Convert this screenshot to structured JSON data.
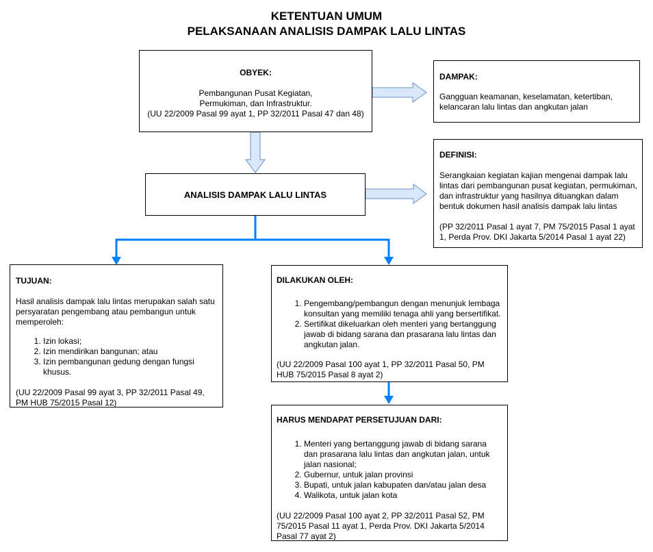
{
  "title": {
    "line1": "KETENTUAN UMUM",
    "line2": "PELAKSANAAN ANALISIS DAMPAK LALU LINTAS"
  },
  "obyek": {
    "heading": "OBYEK:",
    "line1": "Pembangunan Pusat Kegiatan,",
    "line2": "Permukiman, dan Infrastruktur.",
    "line3": "(UU 22/2009 Pasal 99 ayat 1, PP 32/2011 Pasal 47 dan 48)"
  },
  "dampak": {
    "heading": "DAMPAK:",
    "line1": "Gangguan keamanan, keselamatan, ketertiban,",
    "line2": "kelancaran lalu lintas dan angkutan jalan"
  },
  "definisi": {
    "heading": "DEFINISI:",
    "line1": "Serangkaian kegiatan kajian mengenai dampak lalu",
    "line2": "lintas dari pembangunan pusat kegiatan, permukiman,",
    "line3": "dan infrastruktur yang hasilnya dituangkan dalam",
    "line4": "bentuk dokumen hasil analisis dampak lalu lintas",
    "ref1": "(PP 32/2011 Pasal 1 ayat 7, PM 75/2015 Pasal 1 ayat",
    "ref2": "1, Perda Prov. DKI Jakarta 5/2014 Pasal 1 ayat 22)"
  },
  "andalalin": {
    "label": "ANALISIS DAMPAK LALU LINTAS"
  },
  "tujuan": {
    "heading": "TUJUAN:",
    "line1": "Hasil analisis dampak lalu lintas merupakan salah satu",
    "line2": "persyaratan pengembang atau pembangun untuk",
    "line3": "memperoleh:",
    "items": [
      {
        "text": "Izin lokasi;"
      },
      {
        "text": "Izin mendirikan bangunan; atau"
      },
      {
        "text": "Izin pembangunan gedung dengan fungsi khusus."
      }
    ],
    "ref1": "(UU 22/2009 Pasal 99 ayat 3, PP 32/2011 Pasal 49,",
    "ref2": "PM HUB 75/2015 Pasal 12)"
  },
  "dilakukan": {
    "heading": "DILAKUKAN OLEH:",
    "items": [
      {
        "text": "Pengembang/pembangun dengan menunjuk lembaga konsultan yang memiliki tenaga ahli yang bersertifikat."
      },
      {
        "text": "Sertifikat dikeluarkan oleh menteri yang bertanggung jawab di bidang sarana dan prasarana lalu lintas dan angkutan jalan."
      }
    ],
    "ref1": "(UU 22/2009 Pasal 100 ayat 1, PP 32/2011 Pasal 50, PM",
    "ref2": "HUB 75/2015 Pasal 8 ayat 2)"
  },
  "persetujuan": {
    "heading": "HARUS MENDAPAT PERSETUJUAN DARI:",
    "items": [
      {
        "text": "Menteri yang bertanggung jawab di bidang sarana dan prasarana lalu lintas dan angkutan jalan, untuk jalan nasional;"
      },
      {
        "text": "Gubernur, untuk jalan provinsi"
      },
      {
        "text": "Bupati, untuk jalan kabupaten dan/atau jalan desa"
      },
      {
        "text": "Walikota, untuk jalan kota"
      }
    ],
    "ref1": "(UU 22/2009 Pasal 100 ayat 2, PP 32/2011 Pasal 52, PM",
    "ref2": "75/2015 Pasal 11 ayat 1, Perda Prov. DKI Jakarta 5/2014",
    "ref3": "Pasal 77 ayat 2)"
  },
  "colors": {
    "hollow_arrow_fill": "#dae8fc",
    "hollow_arrow_stroke": "#6c8ebf",
    "connector": "#007FFF"
  }
}
